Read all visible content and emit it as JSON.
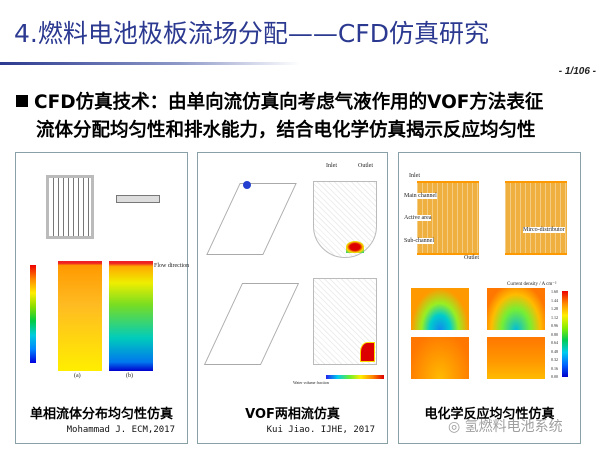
{
  "header": {
    "title": "4.燃料电池极板流场分配——CFD仿真研究",
    "page": "- 1/106 -"
  },
  "bullet": {
    "line1": "CFD仿真技术：由单向流仿真向考虑气液作用的VOF方法表征",
    "line2": "流体分配均匀性和排水能力，结合电化学仿真揭示反应均匀性"
  },
  "panels": [
    {
      "caption": "单相流体分布均匀性仿真",
      "citation": "Mohammad J. ECM,2017",
      "labels": {
        "flow": "Flow direction",
        "a": "(a)",
        "b": "(b)"
      }
    },
    {
      "caption": "VOF两相流仿真",
      "citation": "Kui Jiao. IJHE, 2017",
      "labels": {
        "inlet": "Inlet",
        "outlet": "Outlet",
        "colorbar": "Water volume fraction"
      }
    },
    {
      "caption": "电化学反应均匀性仿真",
      "labels": {
        "inlet": "Inlet",
        "main": "Main channel",
        "active": "Active area",
        "sub": "Sub-channel",
        "outlet": "Outlet",
        "micro": "Mirco-distributor",
        "cd": "Current density / A cm⁻²",
        "ticks": [
          "1.60",
          "1.44",
          "1.28",
          "1.12",
          "0.96",
          "0.80",
          "0.64",
          "0.48",
          "0.32",
          "0.16",
          "0.00"
        ]
      }
    }
  ],
  "watermark": "氢燃料电池系统",
  "colors": {
    "title": "#2b3990",
    "border": "#8aa0a8"
  }
}
